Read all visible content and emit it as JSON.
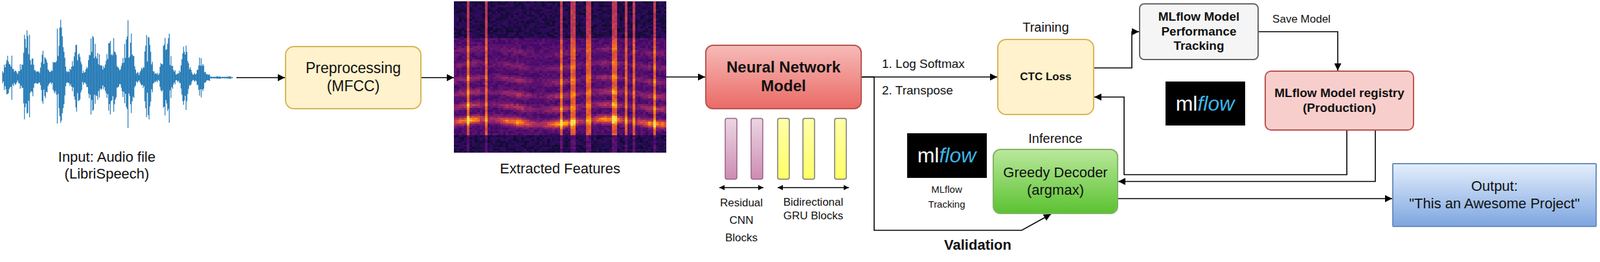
{
  "diagram": {
    "nodes": [
      {
        "text": [
          "Input: Audio file (LibriSpeech)"
        ]
      },
      {
        "text": [
          "Preprocessing (MFCC)"
        ]
      },
      {
        "text": [
          "Extracted Features"
        ]
      },
      {
        "text": [
          "Neural Network Model"
        ]
      },
      {
        "text": [
          "Training",
          "CTC Loss"
        ]
      },
      {
        "text": [
          "MLflow Model Performance Tracking"
        ]
      },
      {
        "text": [
          "MLflow Model registry (Production)"
        ]
      },
      {
        "text": [
          "Inference",
          "Greedy Decoder (argmax)"
        ]
      },
      {
        "text": [
          "Output:",
          "\"This an Awesome Project\""
        ]
      }
    ],
    "edges": [
      {
        "from": 0,
        "to": 1,
        "arrow": "to"
      },
      {
        "from": 1,
        "to": 2,
        "arrow": "to"
      },
      {
        "from": 2,
        "to": 3,
        "arrow": "to"
      },
      {
        "from": 3,
        "to": 4,
        "arrow": "to"
      },
      {
        "from": 3,
        "to": 7,
        "arrow": "to"
      },
      {
        "from": 4,
        "to": 5,
        "arrow": "to"
      },
      {
        "from": 5,
        "to": 6,
        "label": "Save Model",
        "arrow": "to"
      },
      {
        "from": 6,
        "to": 4,
        "arrow": "to"
      },
      {
        "from": 6,
        "to": 7,
        "arrow": "to"
      },
      {
        "from": 7,
        "to": 8,
        "arrow": "to"
      }
    ],
    "labels": [
      "1. Log Softmax",
      "2. Transpose",
      "Residual CNN Blocks",
      "Bidirectional GRU Blocks",
      "ml",
      "flow",
      "MLflow Tracking",
      "ml",
      "flow",
      "Validation"
    ]
  }
}
